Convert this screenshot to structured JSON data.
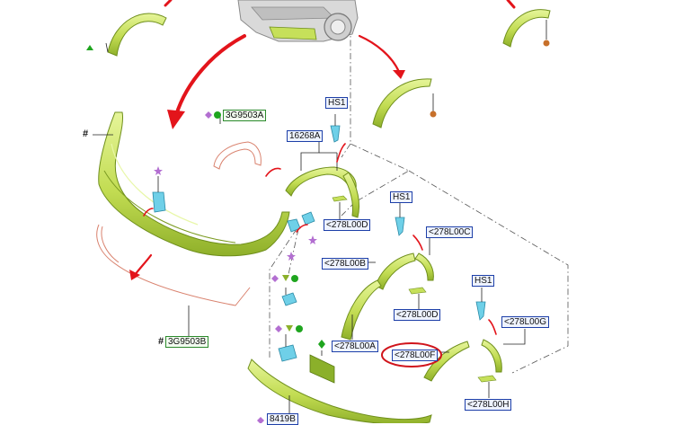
{
  "labels": {
    "hs1_top": "HS1",
    "hs1_mid": "HS1",
    "hs1_right": "HS1",
    "p16268A": "16268A",
    "p3G9503A": "3G9503A",
    "p3G9503B": "3G9503B",
    "p278L00D_a": "<278L00D",
    "p278L00C": "<278L00C",
    "p278L00B": "<278L00B",
    "p278L00D_b": "<278L00D",
    "p278L00A": "<278L00A",
    "p278L00F": "<278L00F",
    "p278L00G": "<278L00G",
    "p278L00H": "<278L00H",
    "p8419B": "8419B",
    "hash_left": "#",
    "hash_bottom": "#"
  },
  "colors": {
    "part_fill": "#c6e05a",
    "part_edge": "#6f8f1c",
    "arrow": "#e3141b",
    "hardware": "#6fd0e8",
    "label_blue": "#1d3fa8",
    "label_green": "#2c8a2c",
    "highlight_ellipse": "#d0141b",
    "purple_marker": "#b36fd1",
    "green_marker": "#1fa51f",
    "orange_marker": "#c7702a"
  },
  "icons": [
    "diamond-marker-icon",
    "hexagon-marker-icon",
    "triangle-marker-icon",
    "star-marker-icon",
    "circle-marker-icon"
  ]
}
